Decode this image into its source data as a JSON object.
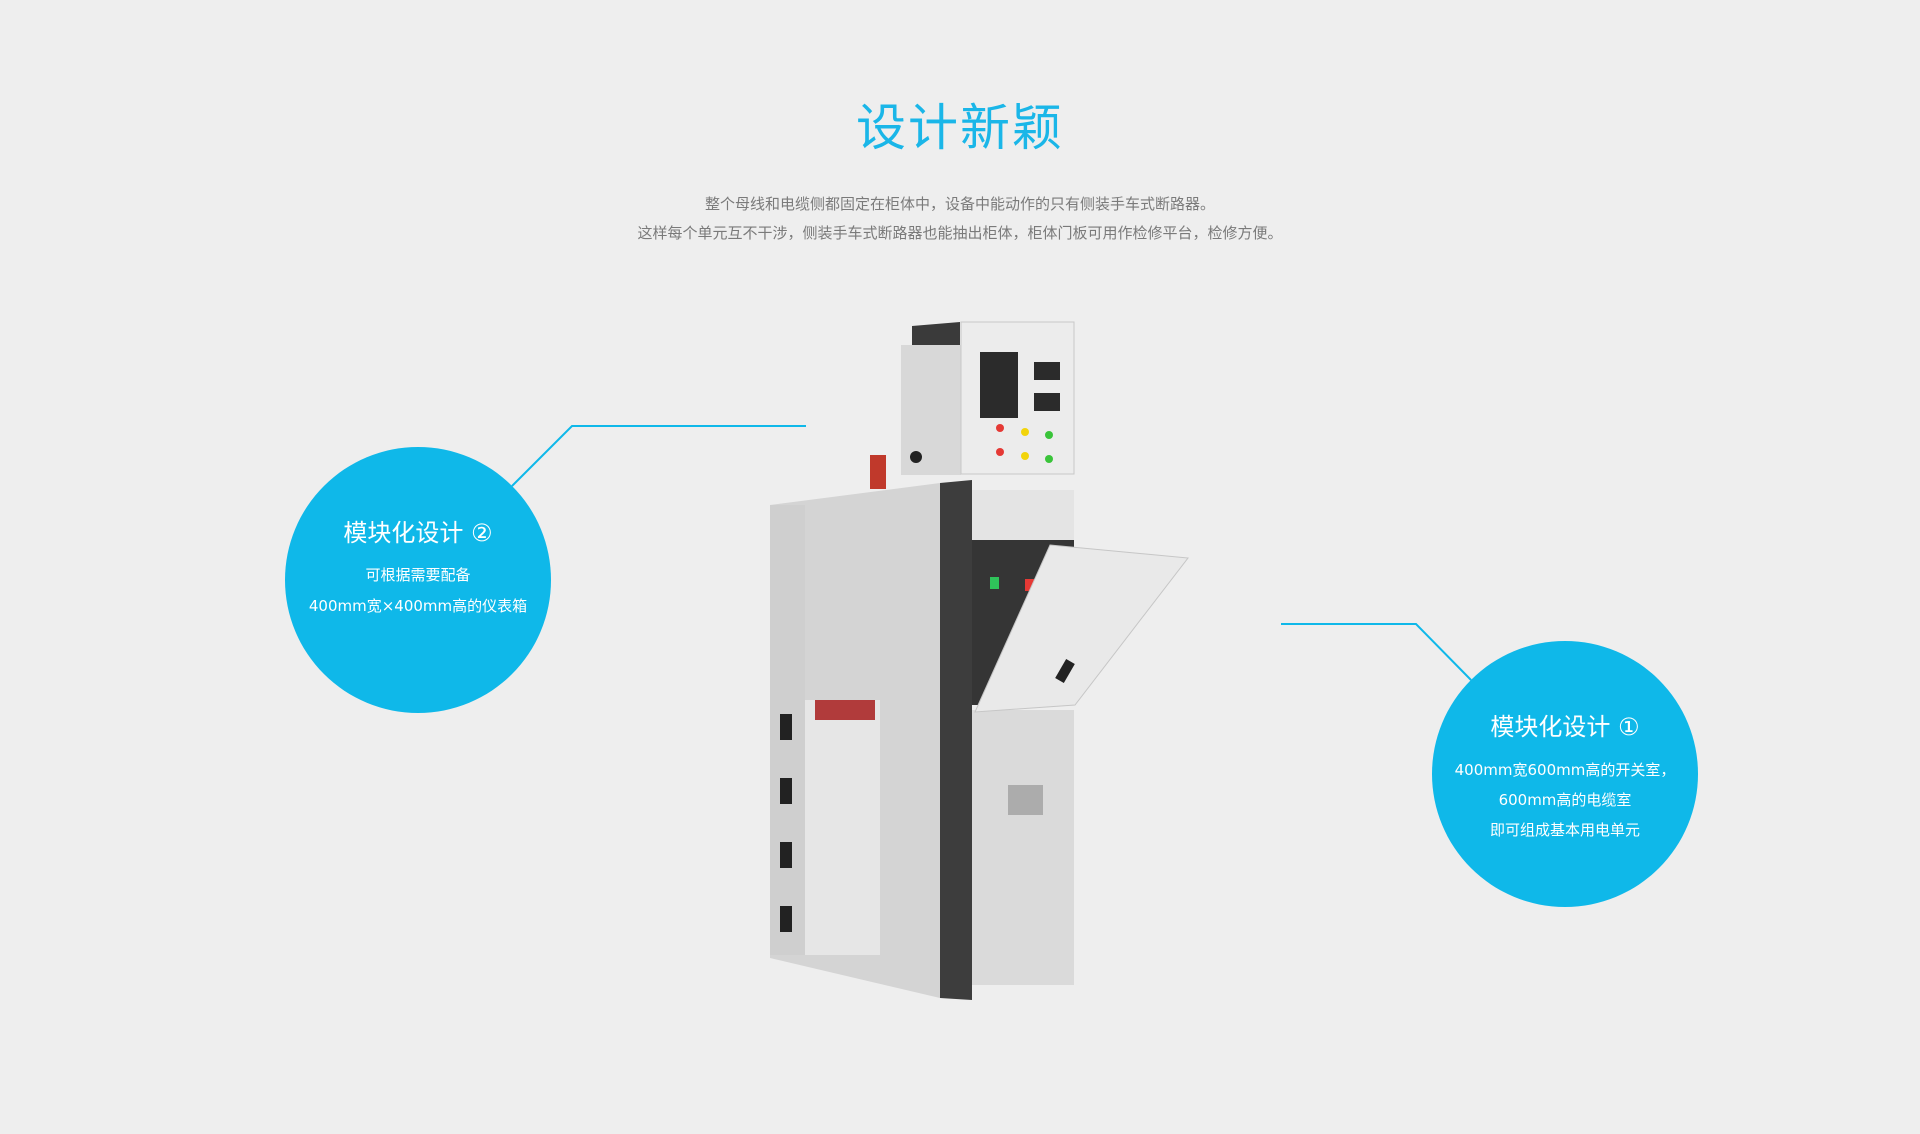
{
  "section": {
    "title": "设计新颖",
    "description": [
      "整个母线和电缆侧都固定在柜体中，设备中能动作的只有侧装手车式断路器。",
      "这样每个单元互不干涉，侧装手车式断路器也能抽出柜体，柜体门板可用作检修平台，检修方便。"
    ]
  },
  "callouts": [
    {
      "title": "模块化设计 ②",
      "lines": [
        "可根据需要配备",
        "400mm宽×400mm高的仪表箱"
      ]
    },
    {
      "title": "模块化设计 ①",
      "lines": [
        "400mm宽600mm高的开关室，",
        "600mm高的电缆室",
        "即可组成基本用电单元"
      ]
    }
  ],
  "colors": {
    "accent": "#0fb8e9",
    "background": "#eeeeee"
  }
}
